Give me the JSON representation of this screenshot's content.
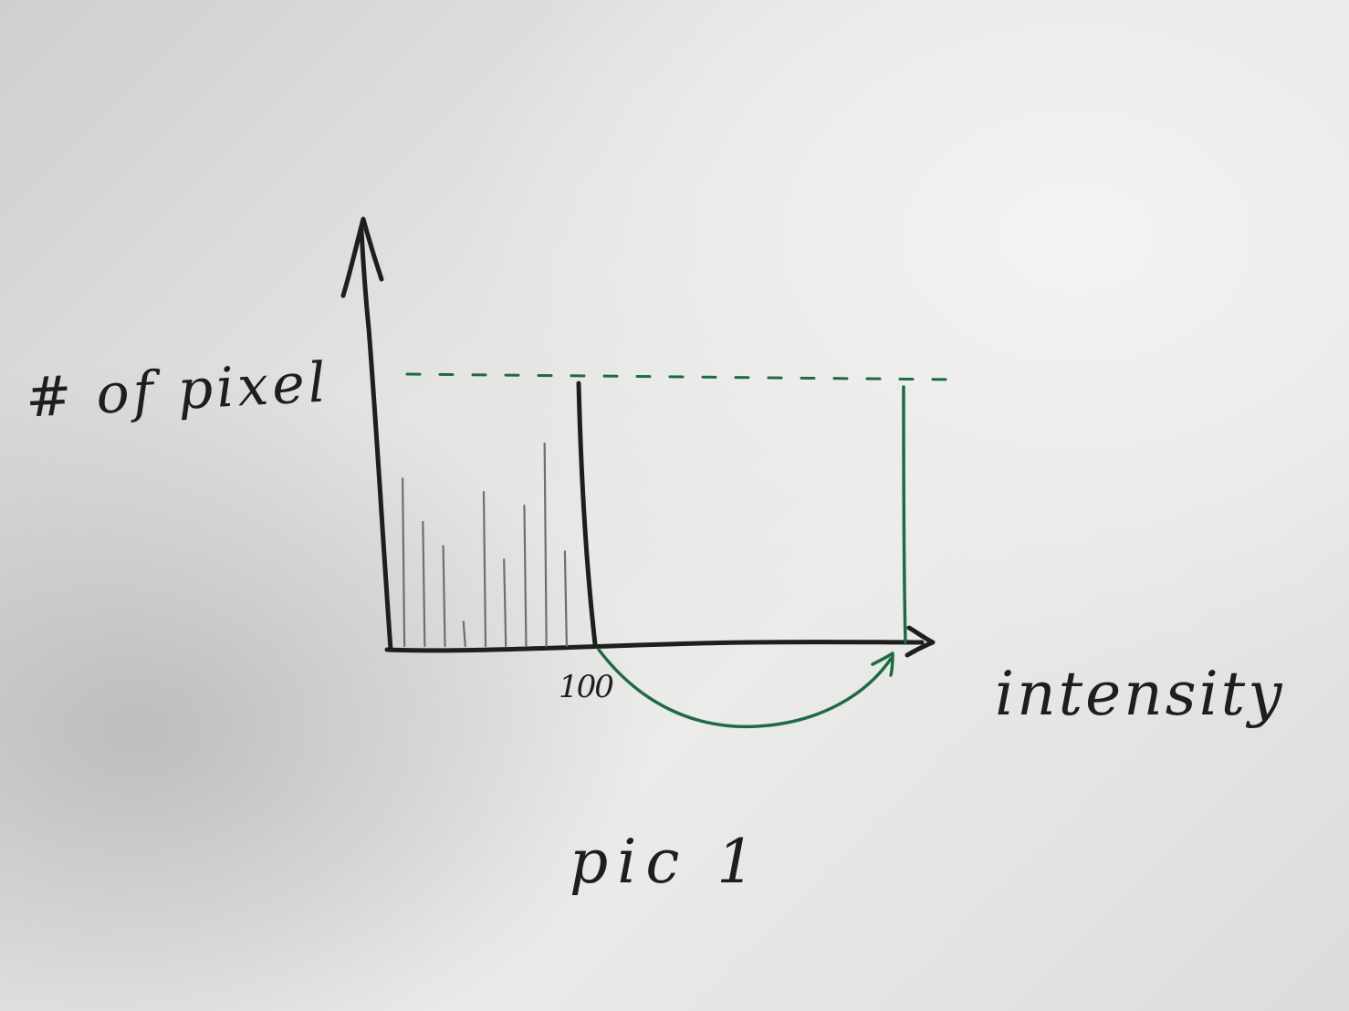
{
  "labels": {
    "y_axis": "# of pixel",
    "x_axis": "intensity",
    "tick": "100",
    "caption": "pic 1"
  },
  "colors": {
    "ink": "#1e1e1e",
    "green_ink": "#1f6a45",
    "pencil": "#6f6f6f",
    "paper": "#ececea"
  },
  "histogram": {
    "original_range": [
      0,
      100
    ],
    "stretched_max": 255,
    "bars": [
      0.62,
      0.46,
      0.37,
      0.09,
      0.57,
      0.32,
      0.52,
      0.75,
      0.35
    ]
  }
}
